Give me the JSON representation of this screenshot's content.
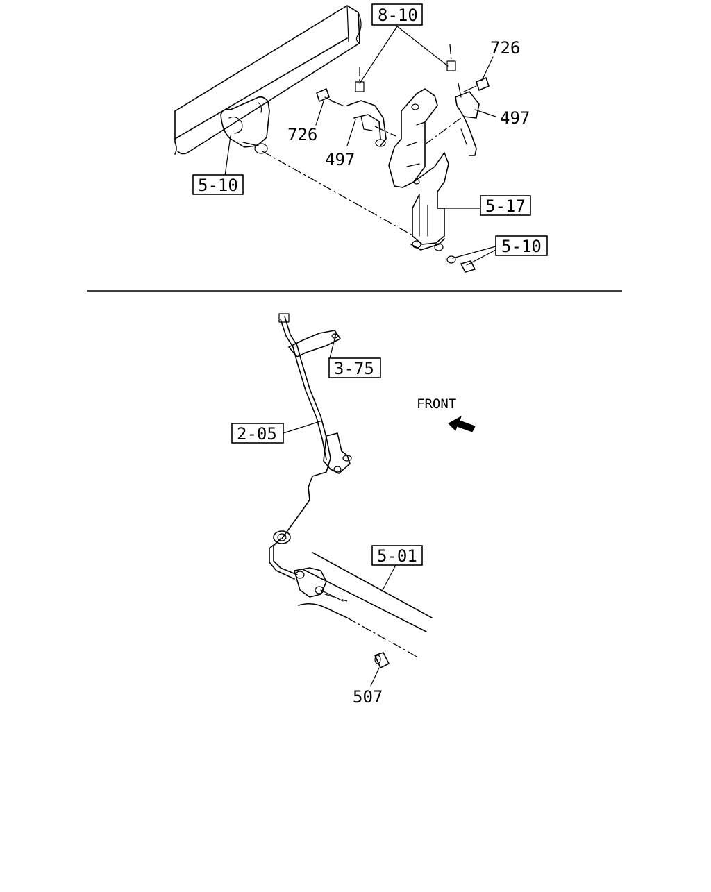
{
  "labels": {
    "ref_8_10": "8-10",
    "ref_5_10_left": "5-10",
    "ref_5_17": "5-17",
    "ref_5_10_right": "5-10",
    "ref_3_75": "3-75",
    "ref_2_05": "2-05",
    "ref_5_01": "5-01",
    "part_726_left": "726",
    "part_726_right": "726",
    "part_497_left": "497",
    "part_497_right": "497",
    "part_507": "507",
    "front": "FRONT"
  },
  "icons": {
    "front_arrow": "arrow-left-icon"
  }
}
